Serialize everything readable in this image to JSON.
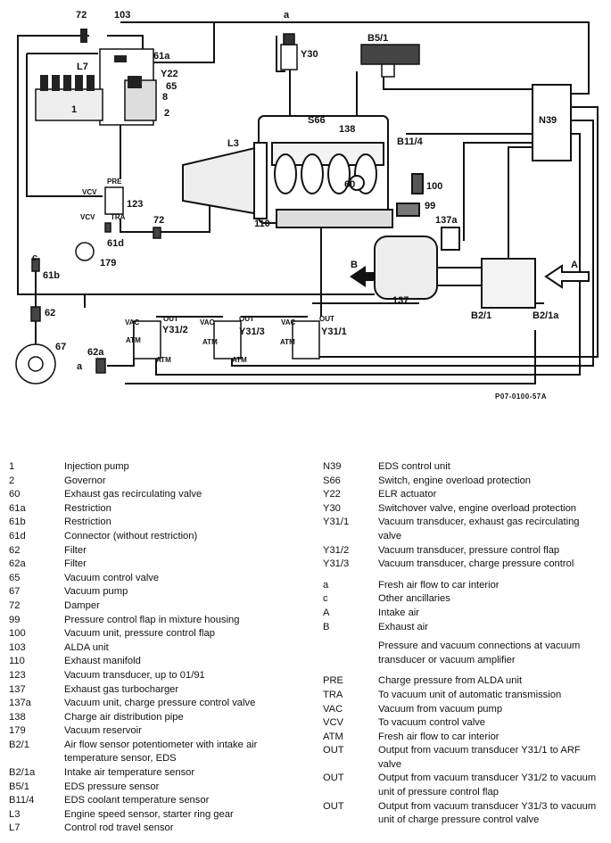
{
  "diagram": {
    "labels": {
      "l72a": "72",
      "l103": "103",
      "la_top": "a",
      "lY30": "Y30",
      "lB51": "B5/1",
      "l61a": "61a",
      "lL7": "L7",
      "lY22": "Y22",
      "l65": "65",
      "l8": "8",
      "l1": "1",
      "l2": "2",
      "lN39": "N39",
      "lS66": "S66",
      "l138": "138",
      "lL3": "L3",
      "lB114": "B11/4",
      "lPRE": "PRE",
      "lVCV1": "VCV",
      "l123": "123",
      "lVCV2": "VCV",
      "lTRA": "TRA",
      "l72b": "72",
      "l61d": "61d",
      "l60": "60",
      "l100": "100",
      "l99": "99",
      "l137a": "137a",
      "l110": "110",
      "lc": "c",
      "l61b": "61b",
      "l179": "179",
      "lB": "B",
      "lA": "A",
      "l137": "137",
      "l62": "62",
      "l67": "67",
      "l62a": "62a",
      "la_bot": "a",
      "lB21": "B2/1",
      "lB21a": "B2/1a",
      "lVAC1": "VAC",
      "lOUT1": "OUT",
      "lY312": "Y31/2",
      "lATM1a": "ATM",
      "lATM1b": "ATM",
      "lVAC2": "VAC",
      "lOUT2": "OUT",
      "lY313": "Y31/3",
      "lATM2a": "ATM",
      "lATM2b": "ATM",
      "lVAC3": "VAC",
      "lOUT3": "OUT",
      "lY311": "Y31/1",
      "lATM3a": "ATM"
    },
    "reference": "P07-0100-57A"
  },
  "legend_left": [
    {
      "key": "1",
      "text": "Injection pump"
    },
    {
      "key": "2",
      "text": "Governor"
    },
    {
      "key": "60",
      "text": "Exhaust gas recirculating valve"
    },
    {
      "key": "61a",
      "text": "Restriction"
    },
    {
      "key": "61b",
      "text": "Restriction"
    },
    {
      "key": "61d",
      "text": "Connector (without restriction)"
    },
    {
      "key": "62",
      "text": "Filter"
    },
    {
      "key": "62a",
      "text": "Filter"
    },
    {
      "key": "65",
      "text": "Vacuum control valve"
    },
    {
      "key": "67",
      "text": "Vacuum pump"
    },
    {
      "key": "72",
      "text": "Damper"
    },
    {
      "key": "99",
      "text": "Pressure control flap in mixture housing"
    },
    {
      "key": "100",
      "text": "Vacuum unit, pressure control flap"
    },
    {
      "key": "103",
      "text": "ALDA unit"
    },
    {
      "key": "110",
      "text": "Exhaust manifold"
    },
    {
      "key": "123",
      "text": "Vacuum transducer, up to 01/91"
    },
    {
      "key": "137",
      "text": "Exhaust gas turbocharger"
    },
    {
      "key": "137a",
      "text": "Vacuum unit, charge pressure control valve"
    },
    {
      "key": "138",
      "text": "Charge air distribution pipe"
    },
    {
      "key": "179",
      "text": "Vacuum reservoir"
    },
    {
      "key": "B2/1",
      "text": "Air flow sensor potentiometer with intake air temperature sensor, EDS"
    },
    {
      "key": "B2/1a",
      "text": "Intake air temperature sensor"
    },
    {
      "key": "B5/1",
      "text": "EDS pressure sensor"
    },
    {
      "key": "B11/4",
      "text": "EDS coolant temperature sensor"
    },
    {
      "key": "L3",
      "text": "Engine speed sensor, starter ring gear"
    },
    {
      "key": "L7",
      "text": "Control rod travel sensor"
    }
  ],
  "legend_right_top": [
    {
      "key": "N39",
      "text": "EDS control unit"
    },
    {
      "key": "S66",
      "text": "Switch, engine overload protection"
    },
    {
      "key": "Y22",
      "text": "ELR actuator"
    },
    {
      "key": "Y30",
      "text": "Switchover valve, engine overload protection"
    },
    {
      "key": "Y31/1",
      "text": "Vacuum transducer, exhaust gas recirculating valve"
    },
    {
      "key": "Y31/2",
      "text": "Vacuum transducer, pressure control flap"
    },
    {
      "key": "Y31/3",
      "text": "Vacuum transducer, charge pressure control"
    }
  ],
  "legend_right_mid": [
    {
      "key": "a",
      "text": "Fresh air flow to car interior"
    },
    {
      "key": "c",
      "text": "Other ancillaries"
    },
    {
      "key": "A",
      "text": "Intake air"
    },
    {
      "key": "B",
      "text": "Exhaust air"
    }
  ],
  "legend_right_heading": "Pressure and vacuum connections at vacuum transducer or vacuum amplifier",
  "legend_right_bottom": [
    {
      "key": "PRE",
      "text": "Charge pressure from ALDA unit"
    },
    {
      "key": "TRA",
      "text": "To vacuum unit of automatic transmission"
    },
    {
      "key": "VAC",
      "text": "Vacuum from vacuum pump"
    },
    {
      "key": "VCV",
      "text": "To vacuum control valve"
    },
    {
      "key": "ATM",
      "text": "Fresh air flow to car interior"
    },
    {
      "key": "OUT",
      "text": "Output from vacuum transducer Y31/1 to ARF valve"
    },
    {
      "key": "OUT",
      "text": "Output from vacuum transducer Y31/2 to vacuum unit of pressure control flap"
    },
    {
      "key": "OUT",
      "text": "Output from vacuum transducer Y31/3 to vacuum unit of charge pressure control valve"
    }
  ]
}
